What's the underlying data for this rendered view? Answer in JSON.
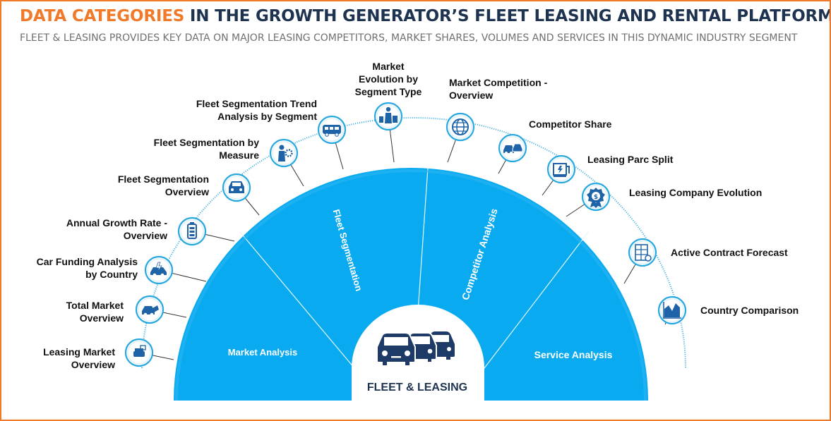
{
  "title": {
    "accent": "DATA CATEGORIES",
    "rest": "IN THE GROWTH GENERATOR’S FLEET LEASING AND RENTAL PLATFORM"
  },
  "subtitle": "FLEET & LEASING PROVIDES KEY DATA ON MAJOR LEASING COMPETITORS, MARKET SHARES, VOLUMES AND SERVICES IN THIS DYNAMIC INDUSTRY SEGMENT",
  "center": {
    "label": "FLEET & LEASING",
    "icon": "three-cars-icon"
  },
  "segments": [
    {
      "label": "Market Analysis"
    },
    {
      "label": "Fleet Segmentation"
    },
    {
      "label": "Competitor Analysis"
    },
    {
      "label": "Service Analysis"
    }
  ],
  "categories": [
    {
      "lines": [
        "Leasing Market",
        "Overview"
      ],
      "icon": "leasing-market-icon"
    },
    {
      "lines": [
        "Total Market",
        "Overview"
      ],
      "icon": "car-tag-icon"
    },
    {
      "lines": [
        "Car Funding Analysis",
        "by Country"
      ],
      "icon": "electric-car-icon"
    },
    {
      "lines": [
        "Annual  Growth Rate -",
        "Overview"
      ],
      "icon": "battery-icon"
    },
    {
      "lines": [
        "Fleet Segmentation",
        "Overview"
      ],
      "icon": "car-front-icon"
    },
    {
      "lines": [
        "Fleet Segmentation by",
        "Measure"
      ],
      "icon": "person-gear-icon"
    },
    {
      "lines": [
        "Fleet Segmentation  Trend",
        "Analysis  by Segment"
      ],
      "icon": "bus-icon"
    },
    {
      "lines": [
        "Market",
        "Evolution by",
        "Segment Type"
      ],
      "icon": "traveler-luggage-icon"
    },
    {
      "lines": [
        "Market Competition  -",
        "Overview"
      ],
      "icon": "globe-icon"
    },
    {
      "lines": [
        "Competitor  Share"
      ],
      "icon": "cars-icon"
    },
    {
      "lines": [
        "Leasing Parc Split"
      ],
      "icon": "charging-station-icon"
    },
    {
      "lines": [
        "Leasing Company  Evolution"
      ],
      "icon": "award-badge-icon"
    },
    {
      "lines": [
        "Active Contract Forecast"
      ],
      "icon": "contract-grid-icon"
    },
    {
      "lines": [
        "Country Comparison"
      ],
      "icon": "area-chart-icon"
    }
  ],
  "colors": {
    "accent": "#f07a2a",
    "title": "#1e3350",
    "segment": "#0aaaf0",
    "arc": "#29a8e0",
    "icon": "#1e63a8",
    "center_text": "#1e3350"
  }
}
